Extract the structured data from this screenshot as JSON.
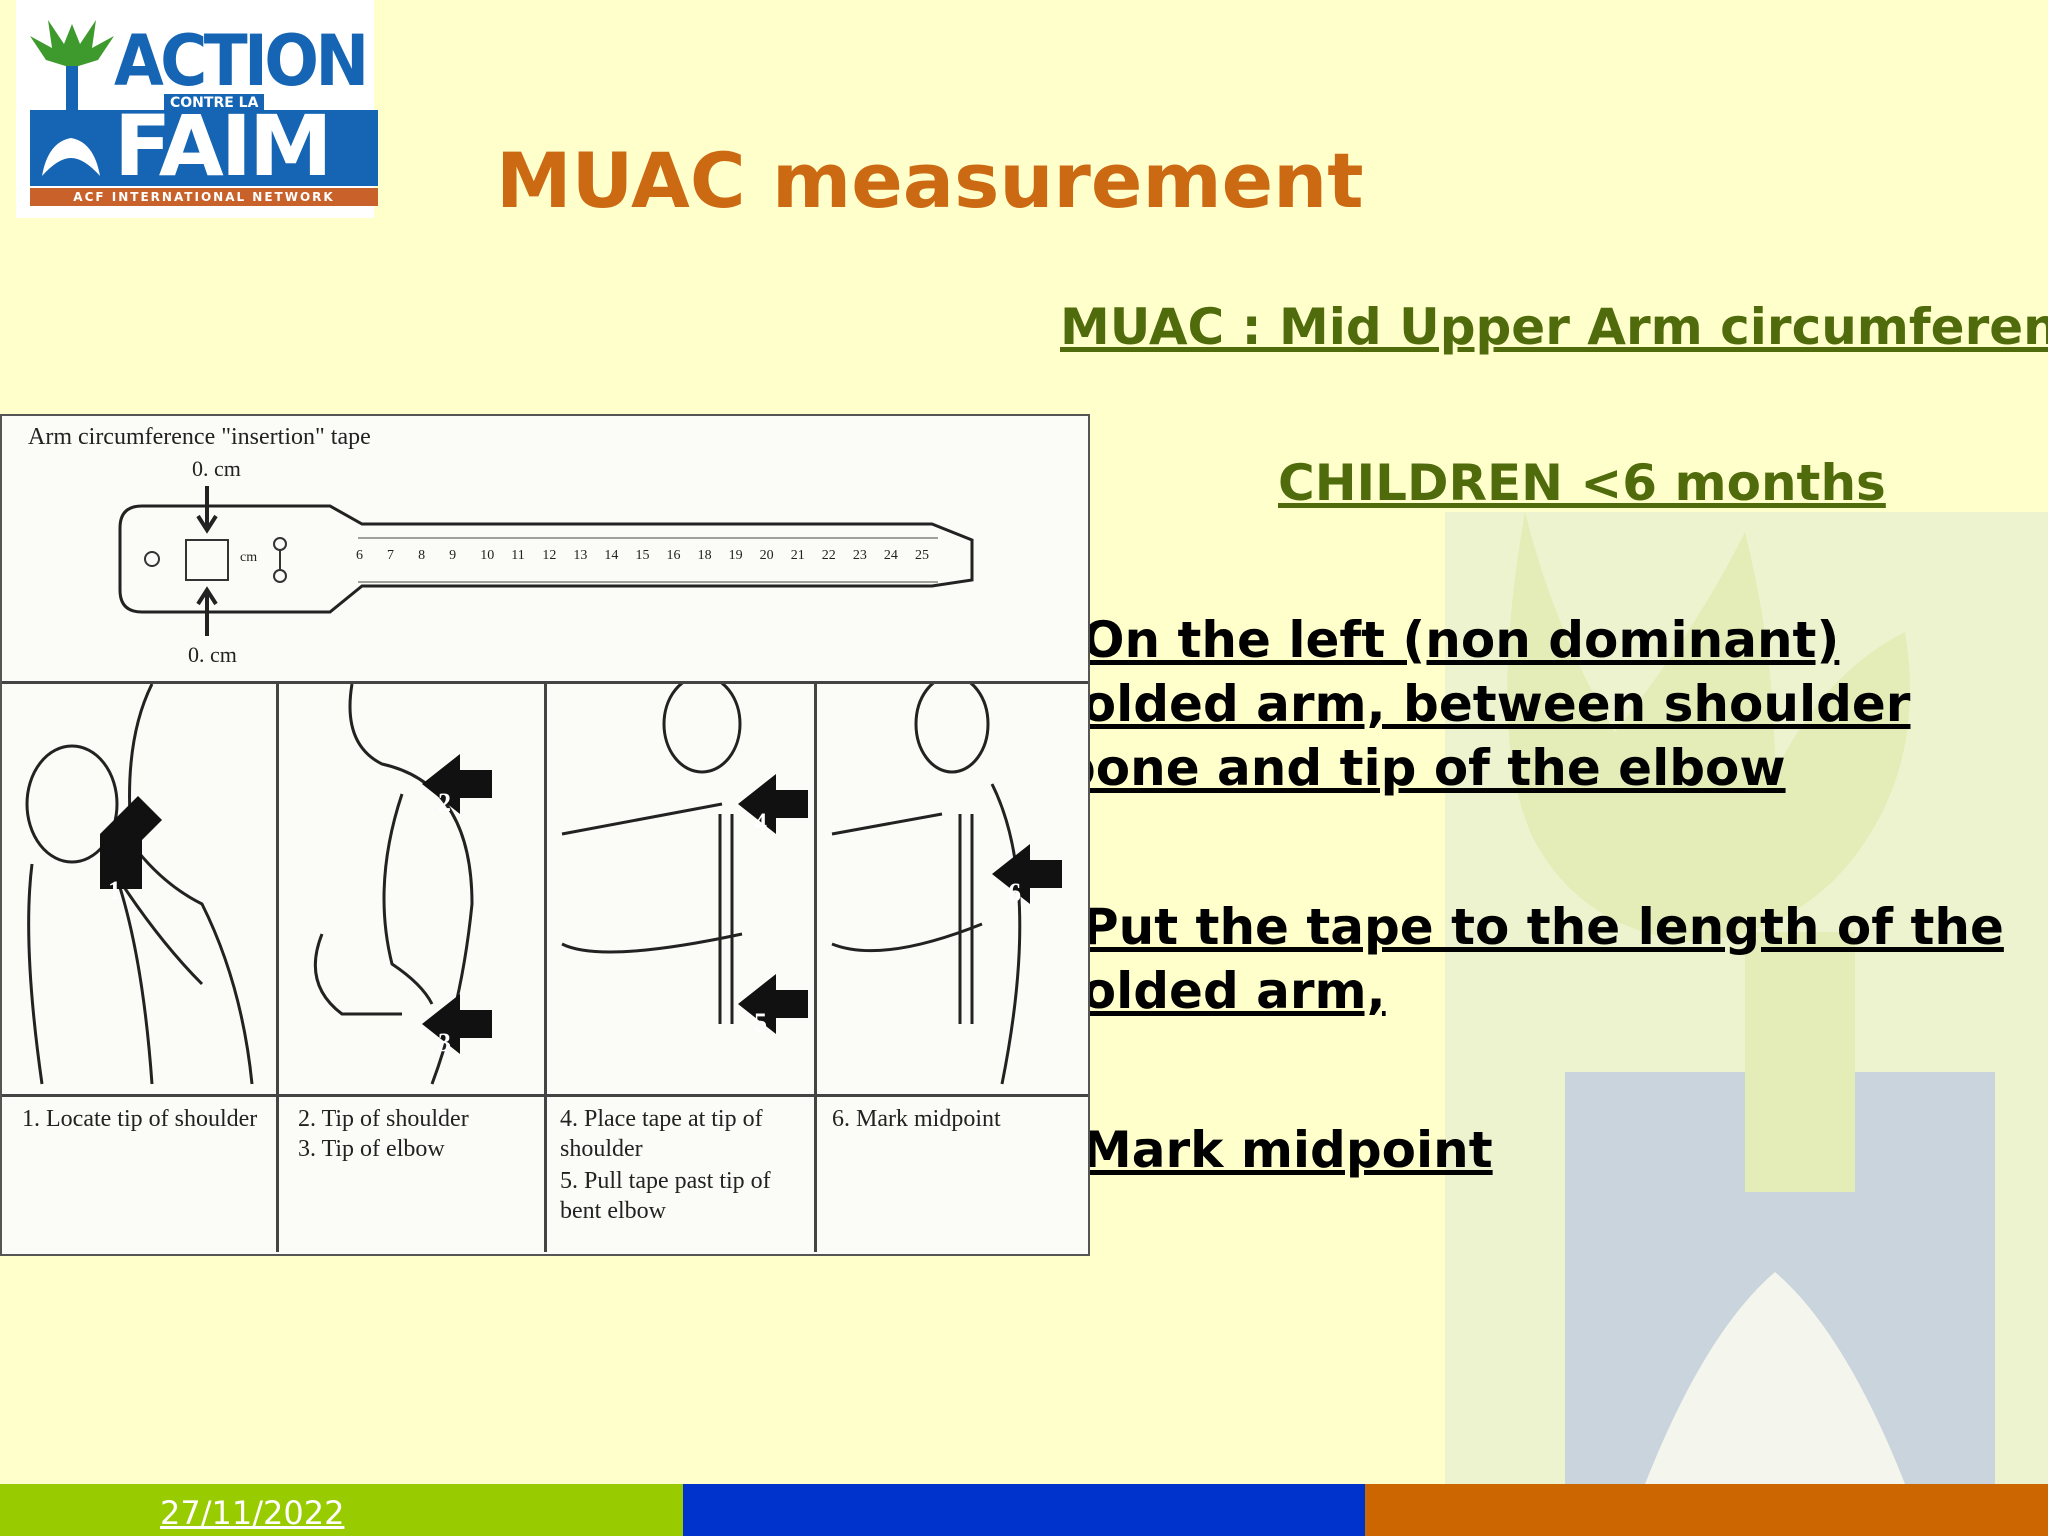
{
  "logo": {
    "action": "ACTION",
    "contre": "CONTRE LA",
    "faim": "FAIM",
    "network": "ACF INTERNATIONAL NETWORK"
  },
  "title": "MUAC measurement",
  "subtitle": "MUAC : Mid Upper Arm circumference",
  "subtitle2": "CHILDREN <6 months",
  "bullets": [
    "On the left (non dominant) folded arm, between shoulder bone and tip of the elbow",
    "Put the tape to the length of the folded arm,",
    "Mark midpoint"
  ],
  "figure": {
    "caption": "Arm circumference \"insertion\" tape",
    "zero_top": "0. cm",
    "zero_bottom": "0. cm",
    "tape_cm": "cm",
    "ticks": [
      "6",
      "7",
      "8",
      "9",
      "10",
      "11",
      "12",
      "13",
      "14",
      "15",
      "16",
      "18",
      "19",
      "20",
      "21",
      "22",
      "23",
      "24",
      "25"
    ],
    "arrow_numbers": [
      "1",
      "2",
      "3",
      "4",
      "5",
      "6"
    ],
    "steps": [
      "1. Locate tip of shoulder",
      "2. Tip of shoulder",
      "3. Tip of elbow",
      "4. Place tape at tip of shoulder",
      "5. Pull tape past tip of bent elbow",
      "6. Mark midpoint"
    ]
  },
  "footer": {
    "date": "27/11/2022",
    "colors": [
      "#99cc00",
      "#0033cc",
      "#cc6600"
    ]
  }
}
